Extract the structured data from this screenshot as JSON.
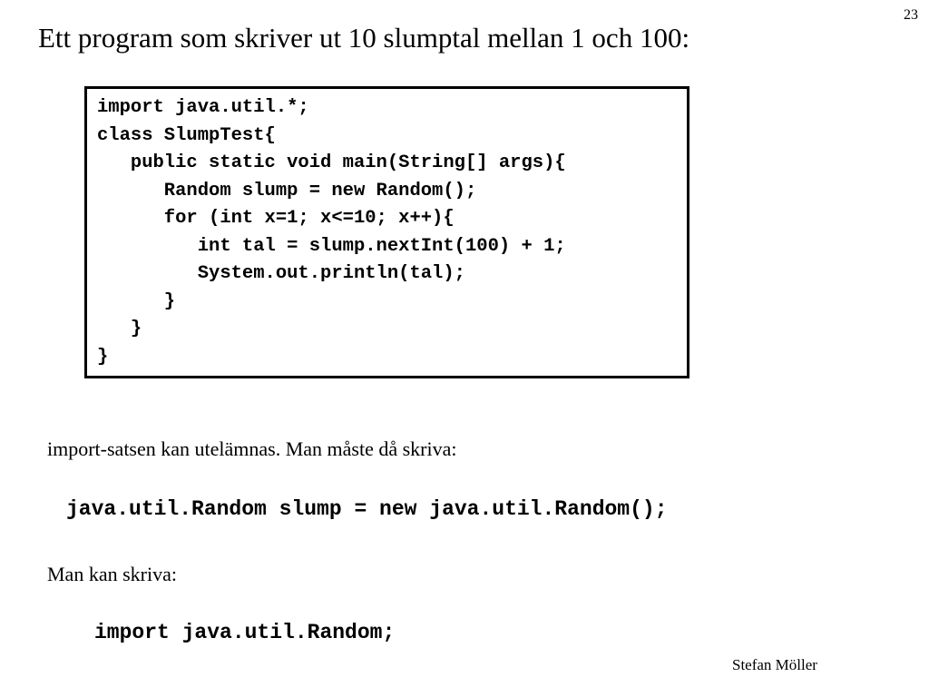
{
  "page_number": "23",
  "title": "Ett program som skriver ut 10 slumptal mellan 1 och 100:",
  "code_lines": [
    "import java.util.*;",
    "class SlumpTest{",
    "   public static void main(String[] args){",
    "      Random slump = new Random();",
    "      for (int x=1; x<=10; x++){",
    "         int tal = slump.nextInt(100) + 1;",
    "         System.out.println(tal);",
    "      }",
    "   }",
    "}"
  ],
  "note_1": "import-satsen kan utelämnas. Man måste då skriva:",
  "code_example_1": "java.util.Random slump = new java.util.Random();",
  "note_2": "Man kan skriva:",
  "code_example_2": "import java.util.Random;",
  "author": "Stefan Möller"
}
